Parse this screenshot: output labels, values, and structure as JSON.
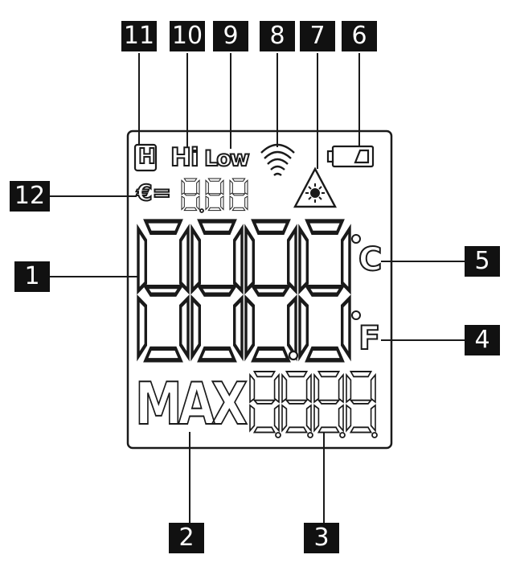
{
  "callouts": {
    "c11": "11",
    "c10": "10",
    "c9": "9",
    "c8": "8",
    "c7": "7",
    "c6": "6",
    "c12": "12",
    "c1": "1",
    "c5": "5",
    "c4": "4",
    "c2": "2",
    "c3": "3"
  },
  "lcd": {
    "hold": "H",
    "hi": "Hi",
    "low": "Low",
    "emissivity_symbol": "€=",
    "max": "MAX",
    "celsius_unit": "C",
    "fahrenheit_unit": "F"
  },
  "colors": {
    "stroke": "#1a1a1a",
    "callout_bg": "#111111",
    "callout_text": "#ffffff"
  }
}
